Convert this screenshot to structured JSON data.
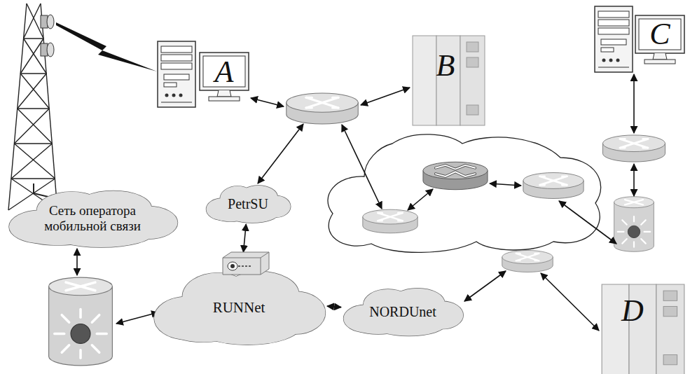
{
  "diagram": {
    "nodes": [
      {
        "text": [
          "A"
        ]
      },
      {
        "text": [
          "B"
        ]
      },
      {
        "text": [
          "C"
        ]
      },
      {
        "text": [
          "PetrSU"
        ]
      },
      {
        "text": [
          "Сеть оператора мобильной связи"
        ]
      },
      {
        "text": [
          "RUNNet"
        ]
      },
      {
        "text": [
          "NORDUnet"
        ]
      },
      {
        "text": [
          "D"
        ]
      }
    ],
    "edges": [
      {
        "from": 3,
        "to": 5,
        "arrow": "both"
      },
      {
        "from": 5,
        "to": 6,
        "arrow": "both"
      }
    ]
  }
}
